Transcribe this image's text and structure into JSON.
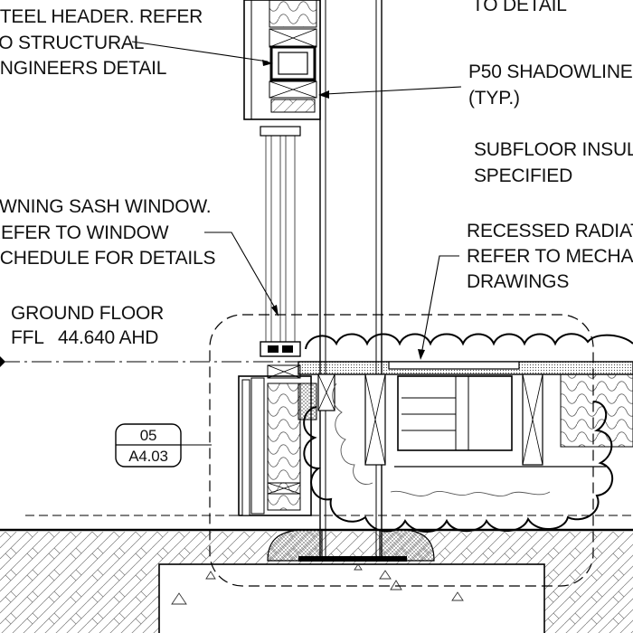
{
  "annotations": {
    "steel_header": [
      "STEEL HEADER. REFER",
      "TO STRUCTURAL",
      "ENGINEERS DETAIL"
    ],
    "to_detail": "TO DETAIL",
    "shadowline": [
      "P50 SHADOWLINE",
      "(TYP.)"
    ],
    "subfloor_insulation": [
      "SUBFLOOR INSULATION",
      "SPECIFIED"
    ],
    "awning_window": [
      "AWNING SASH WINDOW.",
      "REFER TO WINDOW",
      "SCHEDULE FOR DETAILS"
    ],
    "recessed_radiator": [
      "RECESSED RADIATOR",
      "REFER TO MECHANICAL",
      "DRAWINGS"
    ],
    "ground_floor": [
      "GROUND FLOOR",
      "FFL",
      "44.640 AHD"
    ]
  },
  "section_tag": {
    "number": "05",
    "sheet": "A4.03"
  },
  "colors": {
    "line": "#000000",
    "background": "#ffffff",
    "hatch_fill": "#f2f2f2"
  }
}
